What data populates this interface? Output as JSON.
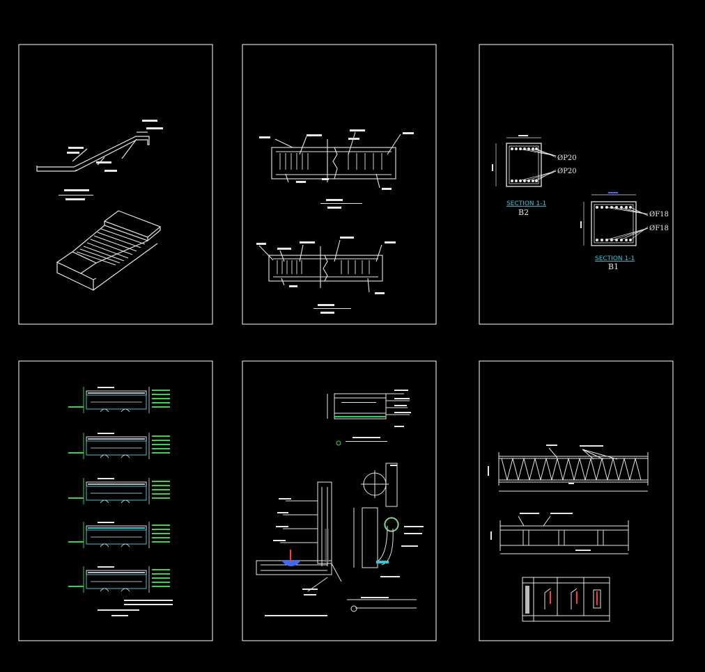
{
  "colors": {
    "background": "#000000",
    "frame": "#ffffff",
    "line": "#e8e8e8",
    "label_cyan": "#37c6d8",
    "label_green": "#39d24a",
    "dim_blue": "#3a6cff",
    "accent_red": "#ff3a3a"
  },
  "sheets": {
    "sheet3": {
      "section_b2_label": "SECTION 1-1",
      "section_b2_name": "B2",
      "section_b1_label": "SECTION 1-1",
      "section_b1_name": "B1",
      "b2_bar_top": "ØP20",
      "b2_bar_bottom": "ØP20",
      "b1_bar_top": "ØF18",
      "b1_bar_bottom": "ØF18"
    }
  }
}
